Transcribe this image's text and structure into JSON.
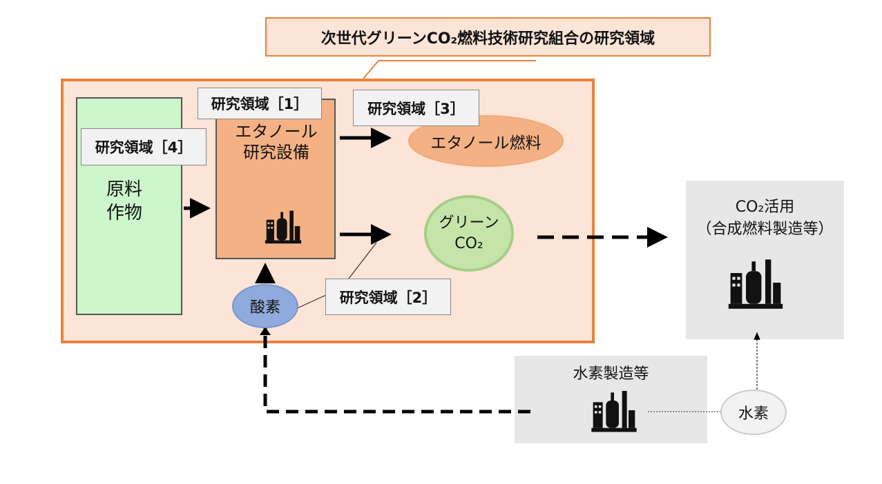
{
  "title": "次世代グリーンCO₂燃料技術研究組合の研究領域",
  "nodes": {
    "raw_crops": "原料\n作物",
    "ethanol_facility": "エタノール\n研究設備",
    "ethanol_fuel": "エタノール燃料",
    "green_co2_line1": "グリーン",
    "green_co2_line2": "CO₂",
    "oxygen": "酸素",
    "co2_use": "CO₂活用\n（合成燃料製造等）",
    "hydrogen_production": "水素製造等",
    "hydrogen": "水素"
  },
  "tags": {
    "area1": "研究領域［1］",
    "area2": "研究領域［2］",
    "area3": "研究領域［3］",
    "area4": "研究領域［4］"
  },
  "icons": [
    "factory-icon"
  ],
  "colors": {
    "region_border": "#E8823A",
    "region_fill": "#FCE4D6",
    "raw_crops_fill": "#CCF6CC",
    "ethanol_fill": "#F4B183",
    "green_co2_fill": "#C5E5A8",
    "oxygen_fill": "#8FAADC",
    "gray_fill": "#E7E7E7"
  }
}
